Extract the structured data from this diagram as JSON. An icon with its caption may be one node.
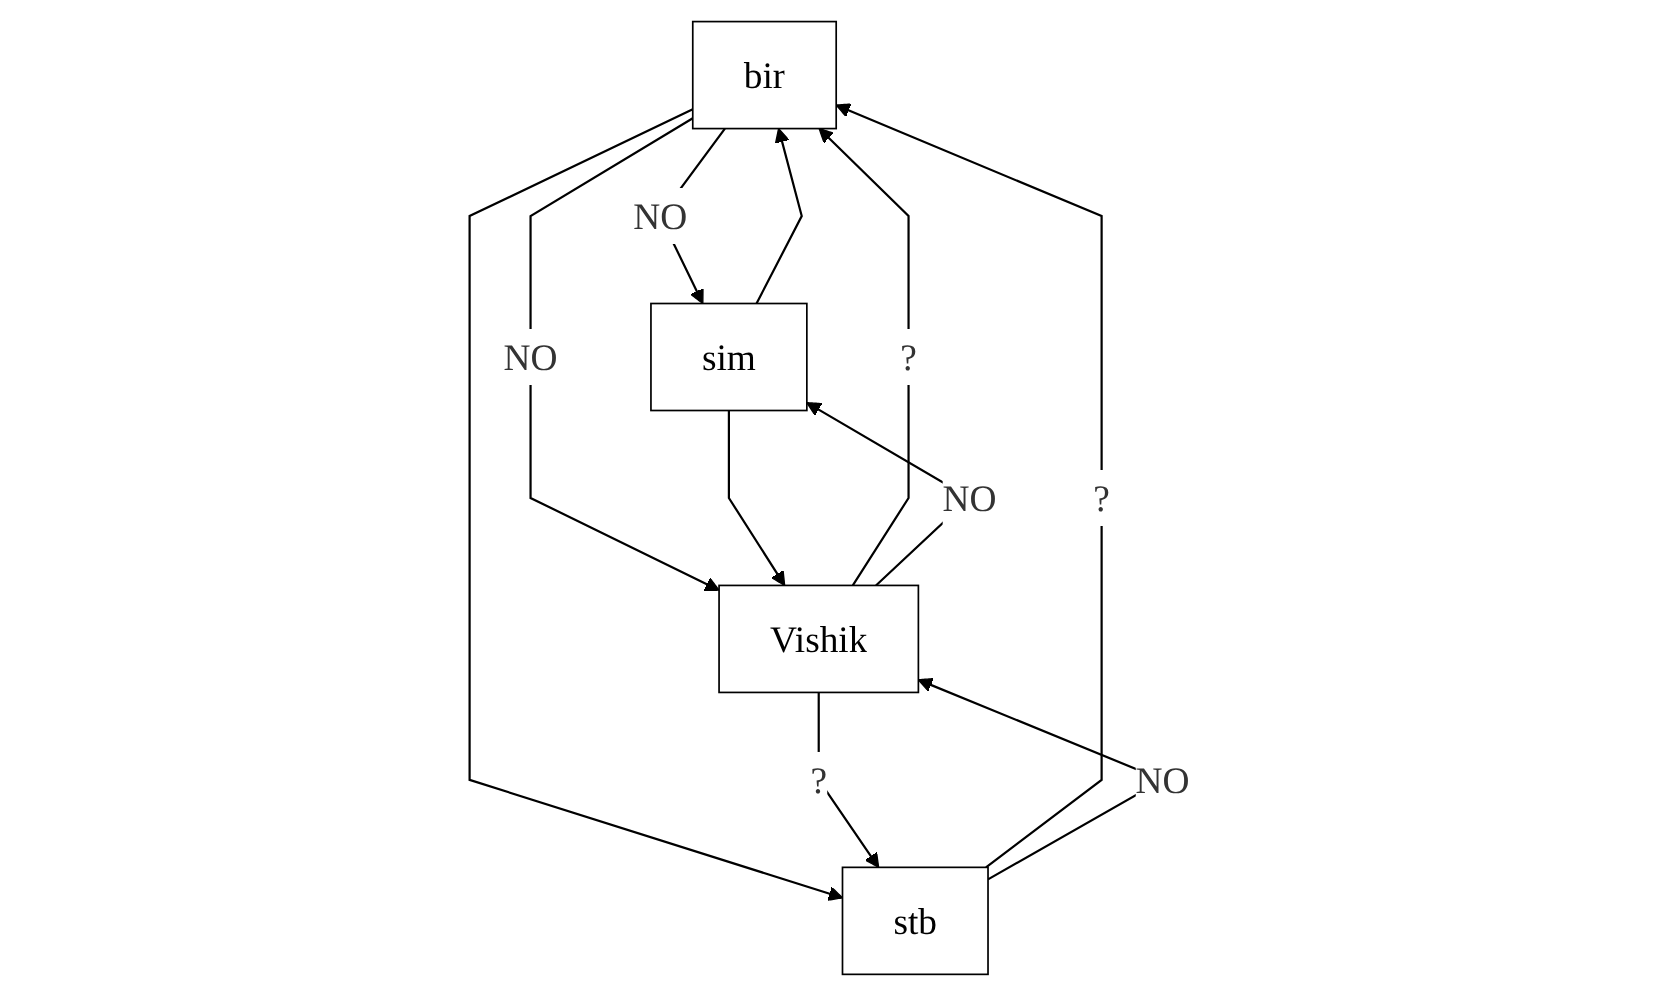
{
  "diagram": {
    "nodes": [
      {
        "text": [
          "bir"
        ]
      },
      {
        "text": [
          "sim"
        ]
      },
      {
        "text": [
          "stb"
        ]
      },
      {
        "text": [
          "Vishik"
        ]
      }
    ],
    "edges": [
      {
        "from": 0,
        "to": 1,
        "arrow": "to",
        "label": "NO"
      },
      {
        "from": 1,
        "to": 0,
        "arrow": "to"
      },
      {
        "from": 0,
        "to": 2,
        "arrow": "to"
      },
      {
        "from": 2,
        "to": 0,
        "arrow": "to",
        "label": "?"
      },
      {
        "from": 0,
        "to": 3,
        "arrow": "to",
        "label": "NO"
      },
      {
        "from": 3,
        "to": 0,
        "arrow": "to",
        "label": "?"
      },
      {
        "from": 1,
        "to": 3,
        "arrow": "to"
      },
      {
        "from": 3,
        "to": 1,
        "arrow": "to",
        "label": "NO"
      },
      {
        "from": 3,
        "to": 2,
        "arrow": "to",
        "label": "?"
      },
      {
        "from": 2,
        "to": 3,
        "arrow": "to",
        "label": "NO"
      }
    ]
  }
}
